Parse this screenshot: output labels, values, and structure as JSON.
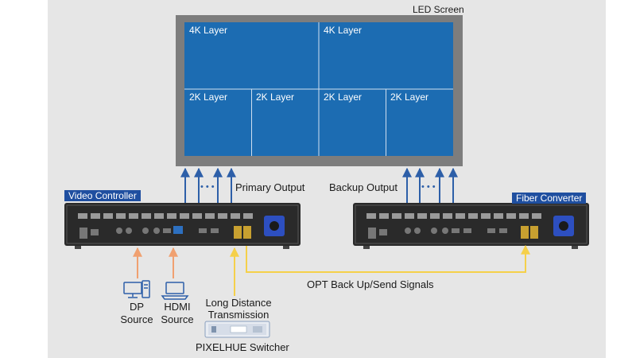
{
  "screen": {
    "title": "LED Screen",
    "layers": [
      "4K Layer",
      "4K Layer",
      "2K Layer",
      "2K Layer",
      "2K Layer",
      "2K Layer"
    ]
  },
  "outputs": {
    "primary": "Primary Output",
    "backup": "Backup Output",
    "ellipsis": "•••"
  },
  "devices": {
    "video_controller": "Video Controller",
    "fiber_converter": "Fiber Converter"
  },
  "signal_label": "OPT Back Up/Send Signals",
  "sources": {
    "dp": "DP\nSource",
    "hdmi": "HDMI\nSource"
  },
  "long_distance": "Long Distance\nTransmission",
  "switcher": {
    "name": "PIXELHUE Switcher"
  },
  "colors": {
    "background_panel": "#e6e6e6",
    "screen_frame": "#7d7d7d",
    "screen_fill": "#1c6cb2",
    "arrow_blue": "#2d5fa8",
    "orange": "#f0a070",
    "yellow": "#f5d04a",
    "device_body": "#2a2a2a",
    "label_bg": "#1f4fa0"
  }
}
